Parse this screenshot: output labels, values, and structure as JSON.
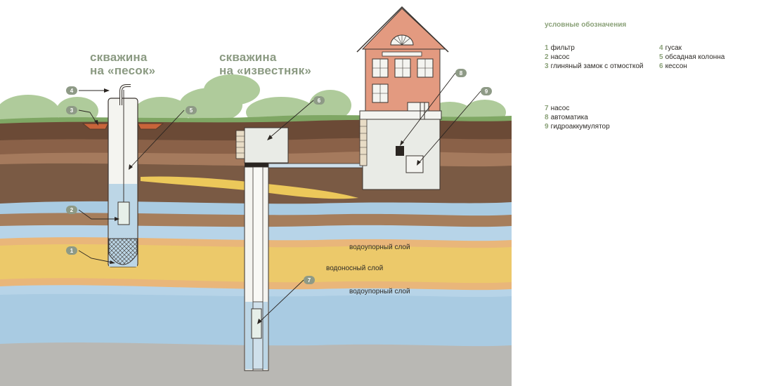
{
  "titles": {
    "sand_line1": "скважина",
    "sand_line2": "на «песок»",
    "limestone_line1": "скважина",
    "limestone_line2": "на «известняк»"
  },
  "layers": {
    "aquiclude_top": "водоупорный слой",
    "aquifer": "водоносный слой",
    "aquiclude_bottom": "водоупорный слой"
  },
  "callouts": [
    "1",
    "2",
    "3",
    "4",
    "5",
    "6",
    "7",
    "8",
    "9"
  ],
  "legend": {
    "title": "условные обозначения",
    "group1_left": [
      {
        "num": "1",
        "label": "фильтр"
      },
      {
        "num": "2",
        "label": "насос"
      },
      {
        "num": "3",
        "label": "глиняный замок с отмосткой"
      }
    ],
    "group1_right": [
      {
        "num": "4",
        "label": "гусак"
      },
      {
        "num": "5",
        "label": "обсадная колонна"
      },
      {
        "num": "6",
        "label": "кессон"
      }
    ],
    "group2": [
      {
        "num": "7",
        "label": "насос"
      },
      {
        "num": "8",
        "label": "автоматика"
      },
      {
        "num": "9",
        "label": "гидроаккумулятор"
      }
    ]
  },
  "colors": {
    "topsoil": "#6b4a36",
    "brown_band": "#8a6148",
    "clay": "#a57a5d",
    "yellow_sand": "#ecc85a",
    "blue_water": "#a9cbe2",
    "gray_bedrock": "#b9b8b4",
    "house_wall": "#e39a80",
    "accent_green": "#8aa178"
  }
}
